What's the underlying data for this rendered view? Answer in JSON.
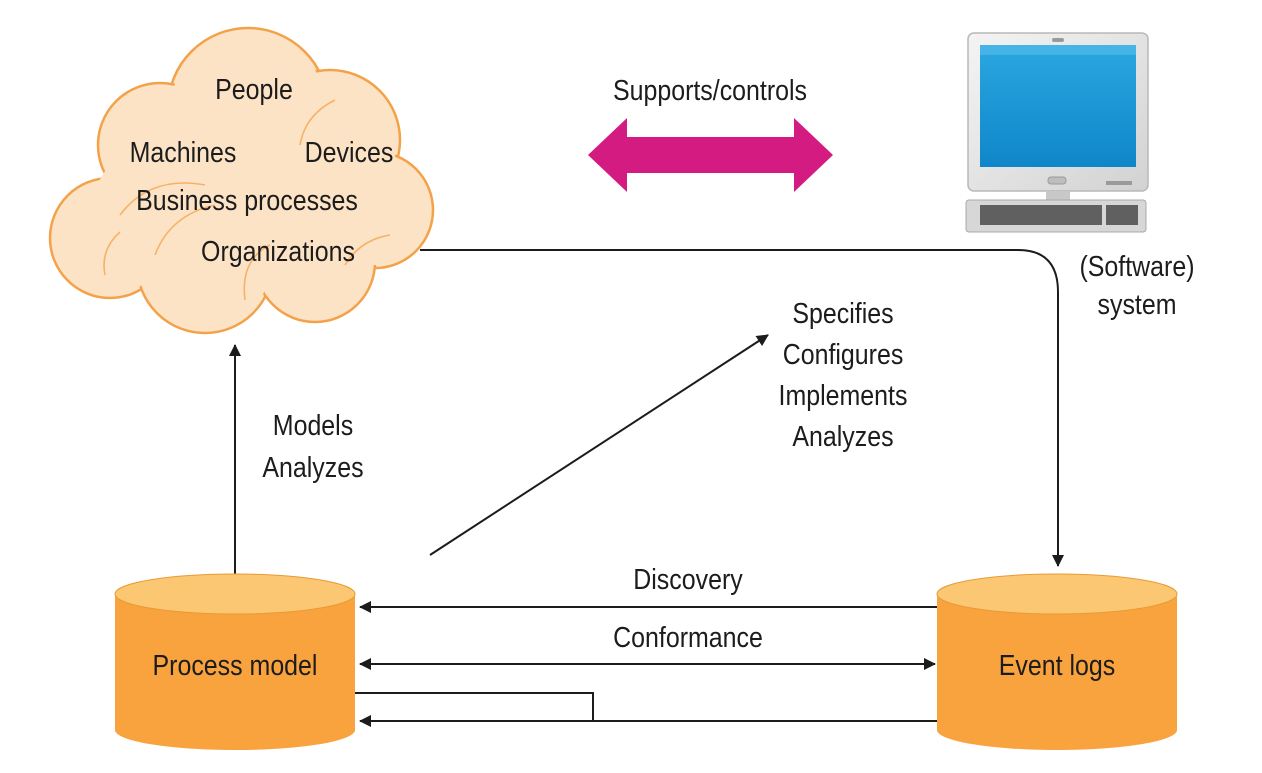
{
  "cloud": {
    "items": [
      "People",
      "Machines",
      "Devices",
      "Business processes",
      "Organizations"
    ]
  },
  "top_arrow": {
    "label": "Supports/controls",
    "color": "#d41b82"
  },
  "computer": {
    "label_line1": "(Software)",
    "label_line2": "system",
    "icon": "computer-icon"
  },
  "left_arrow": {
    "line1": "Models",
    "line2": "Analyzes"
  },
  "diagonal_arrow": {
    "lines": [
      "Specifies",
      "Configures",
      "Implements",
      "Analyzes"
    ]
  },
  "process_model": {
    "label": "Process model"
  },
  "event_logs": {
    "label": "Event logs"
  },
  "discovery": {
    "label": "Discovery"
  },
  "conformance": {
    "label": "Conformance"
  },
  "colors": {
    "cloud_fill": "#fde3c6",
    "cloud_stroke": "#f3a24a",
    "cylinder_body": "#f8a33e",
    "cylinder_top": "#fbc772",
    "screen": "#19a0dc",
    "arrow_line": "#1c1c1c"
  }
}
